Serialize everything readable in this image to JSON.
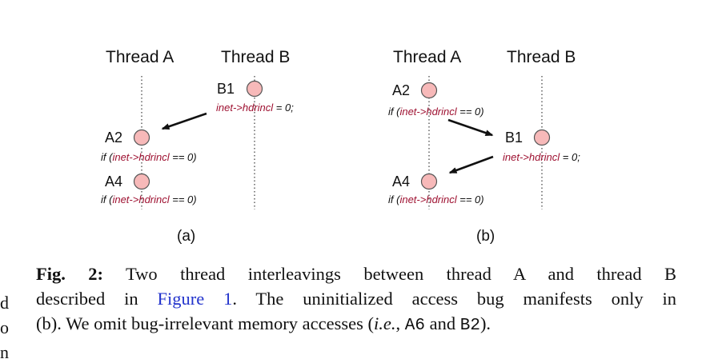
{
  "panels": [
    {
      "id": "a",
      "thread_a_title": "Thread A",
      "thread_b_title": "Thread B",
      "subfigure_label": "(a)",
      "nodes": {
        "b1": {
          "label": "B1",
          "stmt_prefix": "",
          "stmt_hl": "inet->hdrincl",
          "stmt_suffix": " = 0;"
        },
        "a2": {
          "label": "A2",
          "stmt_prefix": "if (",
          "stmt_hl": "inet->hdrincl",
          "stmt_suffix": " == 0)"
        },
        "a4": {
          "label": "A4",
          "stmt_prefix": "if (",
          "stmt_hl": "inet->hdrincl",
          "stmt_suffix": " == 0)"
        }
      }
    },
    {
      "id": "b",
      "thread_a_title": "Thread A",
      "thread_b_title": "Thread B",
      "subfigure_label": "(b)",
      "nodes": {
        "a2": {
          "label": "A2",
          "stmt_prefix": "if (",
          "stmt_hl": "inet->hdrincl",
          "stmt_suffix": " == 0)"
        },
        "b1": {
          "label": "B1",
          "stmt_prefix": "",
          "stmt_hl": "inet->hdrincl",
          "stmt_suffix": " = 0;"
        },
        "a4": {
          "label": "A4",
          "stmt_prefix": "if (",
          "stmt_hl": "inet->hdrincl",
          "stmt_suffix": " == 0)"
        }
      }
    }
  ],
  "colors": {
    "node_fill": "#f7b9b9",
    "highlight_text": "#9e1030",
    "link": "#2233cc"
  },
  "caption": {
    "fig_label": "Fig. 2:",
    "line1_text": " Two thread interleavings between thread A and thread B",
    "line2_pre": "described in ",
    "line2_link": "Figure 1",
    "line2_post": ". The uninitialized access bug manifests only in",
    "line3_pre": "(b). We omit bug-irrelevant memory accesses (",
    "line3_ie": "i.e.",
    "line3_mid": ", ",
    "line3_code1": "A6",
    "line3_and": " and ",
    "line3_code2": "B2",
    "line3_end": ")."
  },
  "margin_fragments": [
    "d",
    "o",
    "n"
  ]
}
